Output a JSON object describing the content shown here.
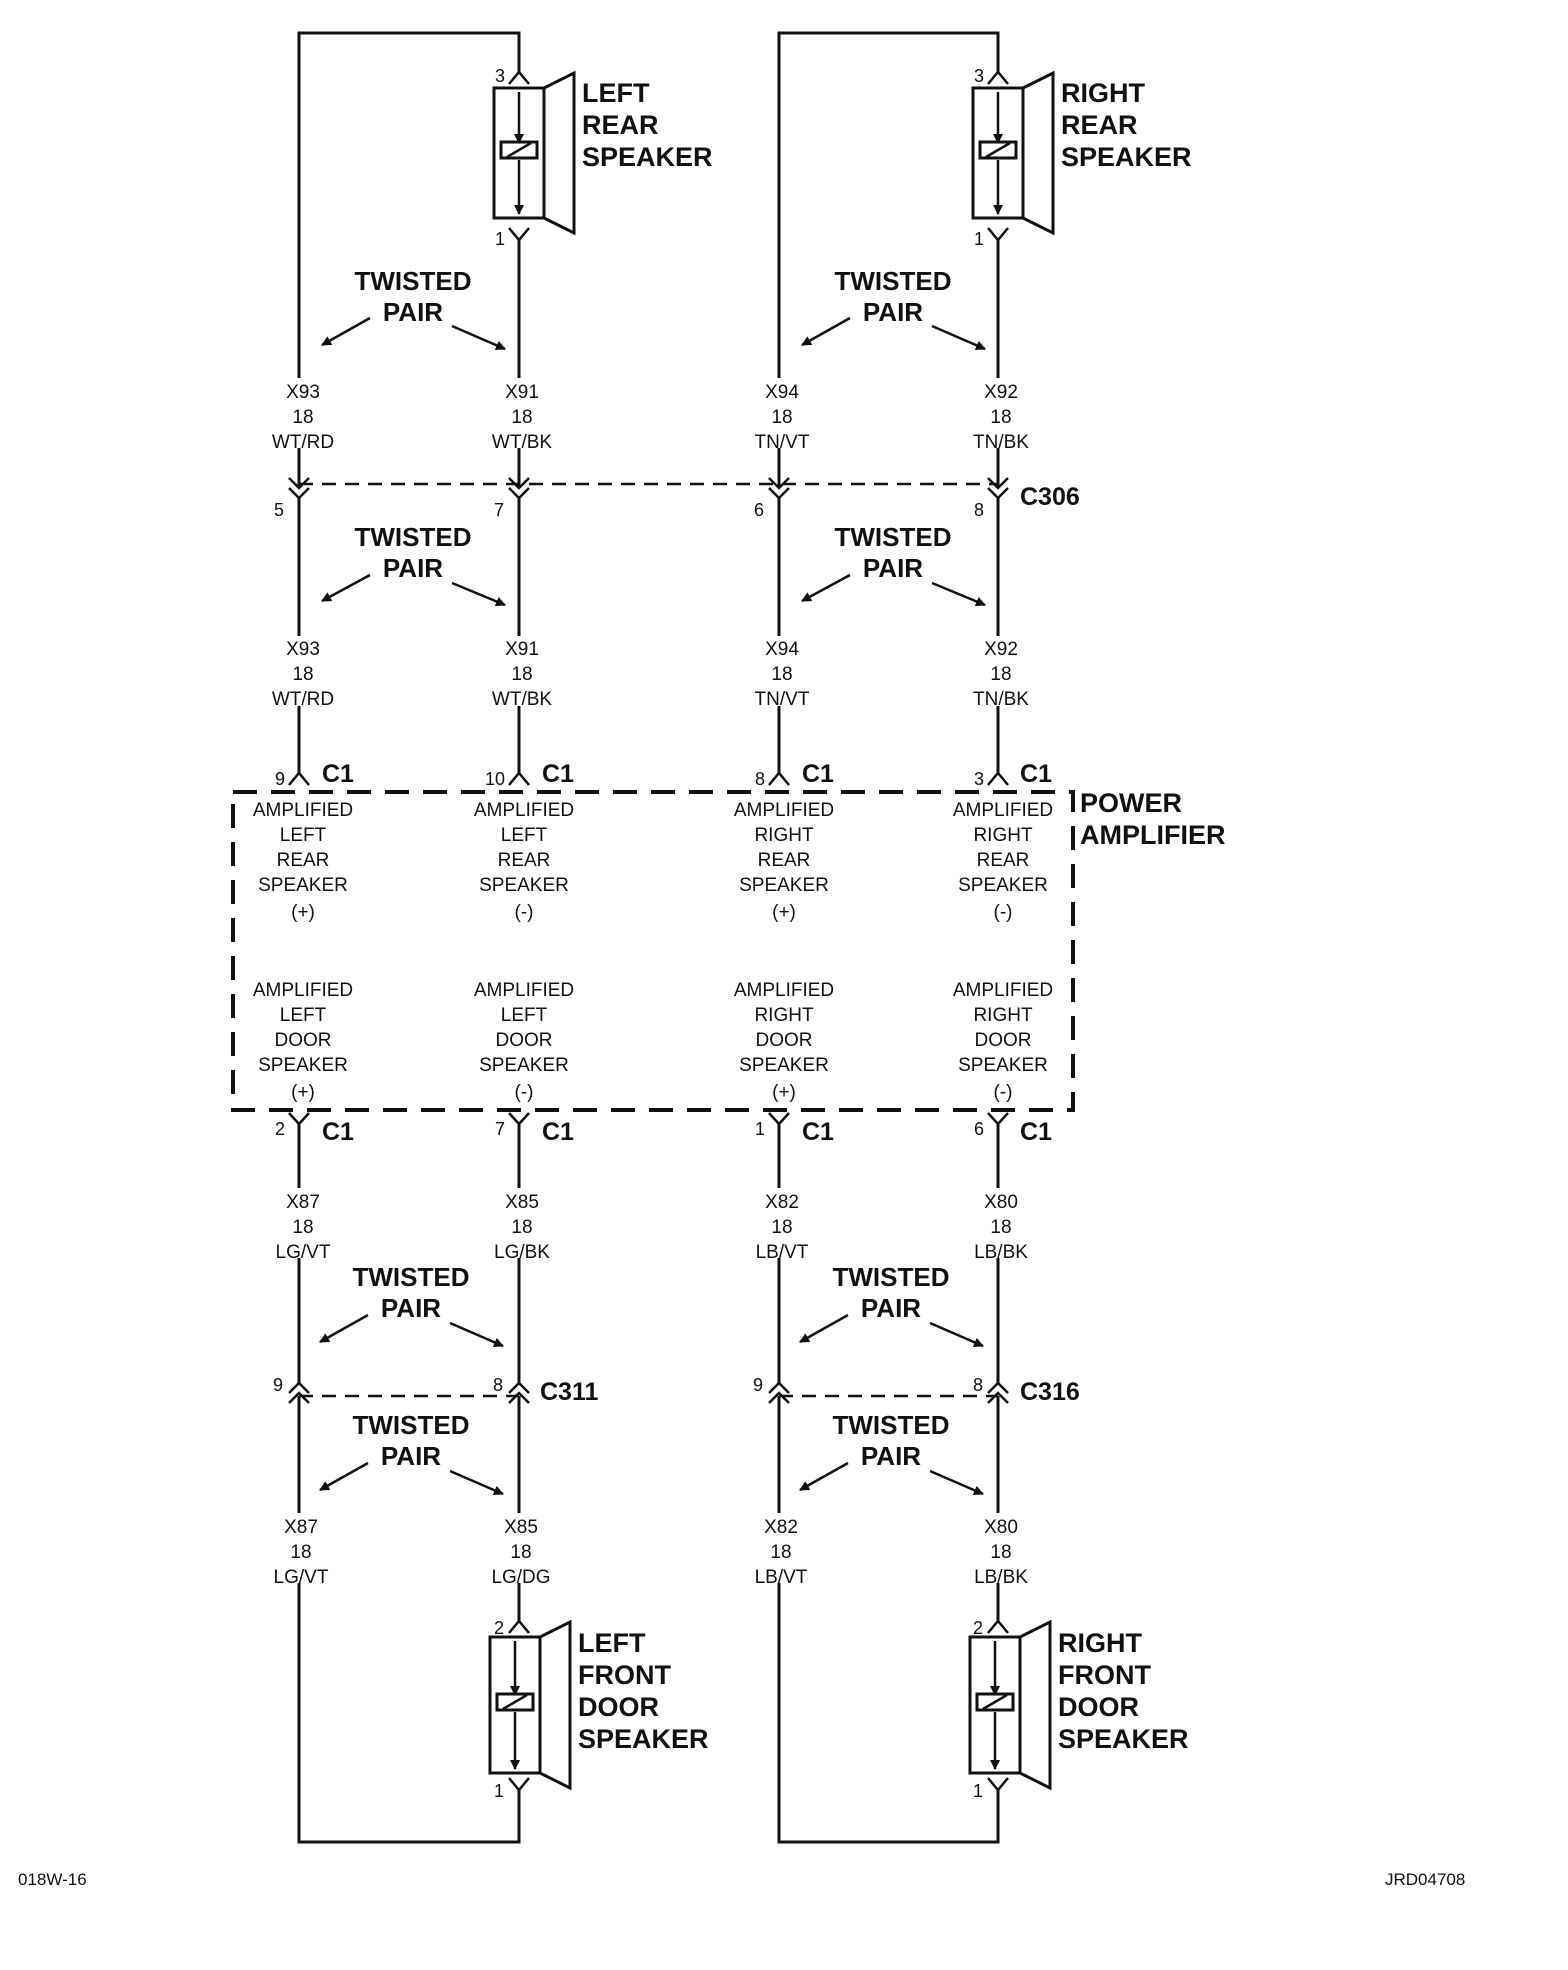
{
  "speakers": {
    "left_rear": [
      "LEFT",
      "REAR",
      "SPEAKER"
    ],
    "right_rear": [
      "RIGHT",
      "REAR",
      "SPEAKER"
    ],
    "left_front_door": [
      "LEFT",
      "FRONT",
      "DOOR",
      "SPEAKER"
    ],
    "right_front_door": [
      "RIGHT",
      "FRONT",
      "DOOR",
      "SPEAKER"
    ]
  },
  "twisted_pair": [
    "TWISTED",
    "PAIR"
  ],
  "wires_upper": [
    {
      "circuit": "X93",
      "gauge": "18",
      "color": "WT/RD"
    },
    {
      "circuit": "X91",
      "gauge": "18",
      "color": "WT/BK"
    },
    {
      "circuit": "X94",
      "gauge": "18",
      "color": "TN/VT"
    },
    {
      "circuit": "X92",
      "gauge": "18",
      "color": "TN/BK"
    }
  ],
  "wires_middle": [
    {
      "circuit": "X93",
      "gauge": "18",
      "color": "WT/RD"
    },
    {
      "circuit": "X91",
      "gauge": "18",
      "color": "WT/BK"
    },
    {
      "circuit": "X94",
      "gauge": "18",
      "color": "TN/VT"
    },
    {
      "circuit": "X92",
      "gauge": "18",
      "color": "TN/BK"
    }
  ],
  "wires_lower": [
    {
      "circuit": "X87",
      "gauge": "18",
      "color": "LG/VT"
    },
    {
      "circuit": "X85",
      "gauge": "18",
      "color": "LG/BK"
    },
    {
      "circuit": "X82",
      "gauge": "18",
      "color": "LB/VT"
    },
    {
      "circuit": "X80",
      "gauge": "18",
      "color": "LB/BK"
    }
  ],
  "wires_bottom": [
    {
      "circuit": "X87",
      "gauge": "18",
      "color": "LG/VT"
    },
    {
      "circuit": "X85",
      "gauge": "18",
      "color": "LG/DG"
    },
    {
      "circuit": "X82",
      "gauge": "18",
      "color": "LB/VT"
    },
    {
      "circuit": "X80",
      "gauge": "18",
      "color": "LB/BK"
    }
  ],
  "pins": {
    "left_rear_top": "3",
    "left_rear_bottom": "1",
    "right_rear_top": "3",
    "right_rear_bottom": "1",
    "c306": [
      "5",
      "7",
      "6",
      "8"
    ],
    "c1_top": [
      "9",
      "10",
      "8",
      "3"
    ],
    "c1_bottom": [
      "2",
      "7",
      "1",
      "6"
    ],
    "c311": [
      "9",
      "8"
    ],
    "c316": [
      "9",
      "8"
    ],
    "left_door_top": "2",
    "left_door_bottom": "1",
    "right_door_top": "2",
    "right_door_bottom": "1"
  },
  "connectors": {
    "c306": "C306",
    "c1": "C1",
    "c311": "C311",
    "c316": "C316"
  },
  "amplifier": {
    "name": [
      "POWER",
      "AMPLIFIER"
    ],
    "top_functions": [
      [
        "AMPLIFIED",
        "LEFT",
        "REAR",
        "SPEAKER",
        "(+)"
      ],
      [
        "AMPLIFIED",
        "LEFT",
        "REAR",
        "SPEAKER",
        "(-)"
      ],
      [
        "AMPLIFIED",
        "RIGHT",
        "REAR",
        "SPEAKER",
        "(+)"
      ],
      [
        "AMPLIFIED",
        "RIGHT",
        "REAR",
        "SPEAKER",
        "(-)"
      ]
    ],
    "bottom_functions": [
      [
        "AMPLIFIED",
        "LEFT",
        "DOOR",
        "SPEAKER",
        "(+)"
      ],
      [
        "AMPLIFIED",
        "LEFT",
        "DOOR",
        "SPEAKER",
        "(-)"
      ],
      [
        "AMPLIFIED",
        "RIGHT",
        "DOOR",
        "SPEAKER",
        "(+)"
      ],
      [
        "AMPLIFIED",
        "RIGHT",
        "DOOR",
        "SPEAKER",
        "(-)"
      ]
    ]
  },
  "footer": {
    "left": "018W-16",
    "right": "JRD04708"
  }
}
